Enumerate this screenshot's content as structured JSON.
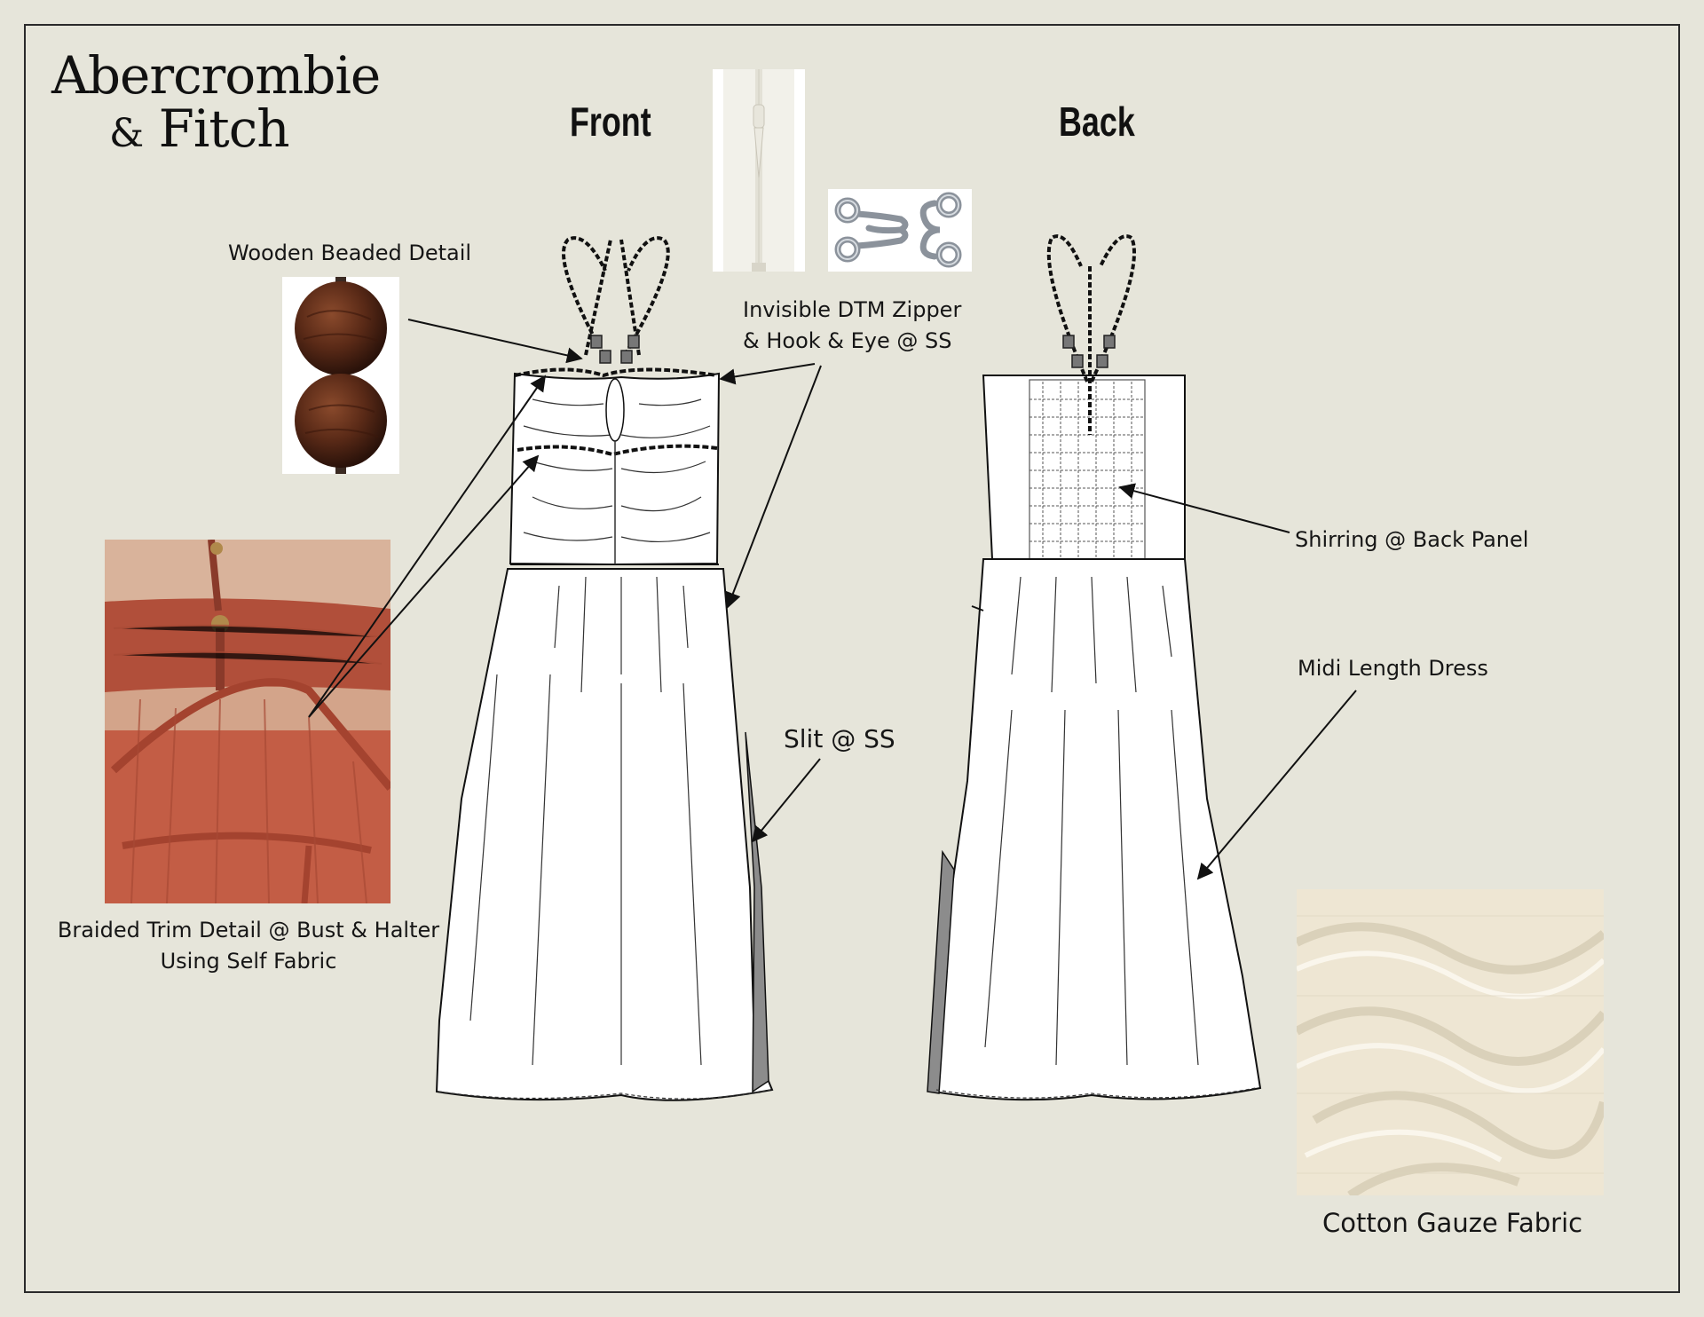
{
  "brand": {
    "line1": "Abercrombie",
    "line2_amp": "&",
    "line2_name": "Fitch"
  },
  "views": {
    "front": "Front",
    "back": "Back"
  },
  "callouts": {
    "wooden_bead": "Wooden Beaded Detail",
    "zipper_line1": "Invisible DTM Zipper",
    "zipper_line2": "& Hook & Eye @ SS",
    "braided_line1": "Braided Trim Detail @ Bust & Halter",
    "braided_line2": "Using Self Fabric",
    "slit": "Slit @ SS",
    "shirring": "Shirring @ Back Panel",
    "midi": "Midi Length Dress",
    "fabric": "Cotton Gauze Fabric"
  },
  "colors": {
    "background": "#e6e5da",
    "frame": "#2a2a2a",
    "bead_wood": "#5a2a17",
    "terracotta": "#b8553f",
    "gauze": "#efe8d8",
    "zipper_white": "#f2f1ea"
  },
  "icons": {
    "bead_swatch": "wooden-bead-swatch",
    "zipper_swatch": "invisible-zipper-swatch",
    "hook_eye_swatch": "hook-and-eye-swatch",
    "inspiration_photo": "terracotta-dress-photo",
    "fabric_swatch": "cotton-gauze-swatch"
  }
}
